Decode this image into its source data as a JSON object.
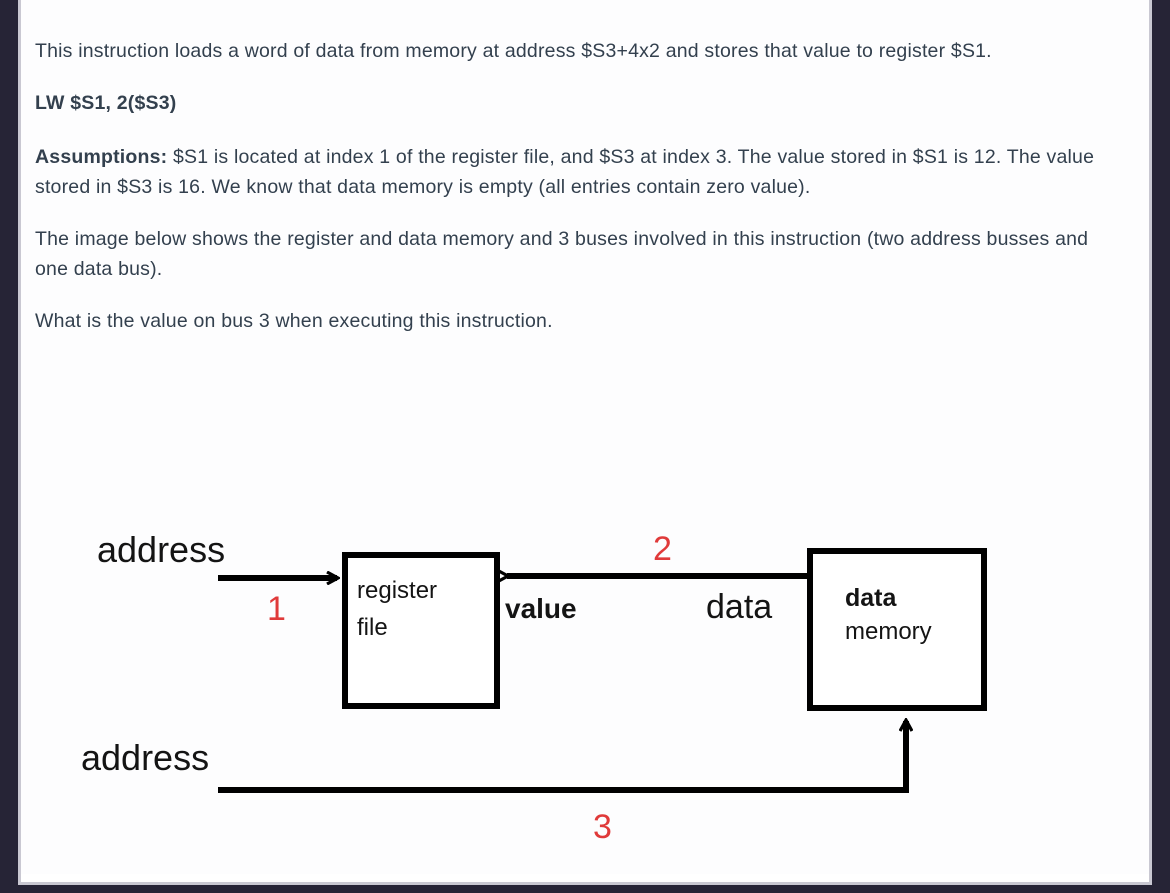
{
  "document": {
    "paragraphs": [
      {
        "id": "intro",
        "style": "normal",
        "text": "This instruction loads a word of data from memory at address $S3+4x2 and stores that value to register $S1."
      },
      {
        "id": "instruction",
        "style": "bold",
        "text": "LW $S1, 2($S3)"
      },
      {
        "id": "assumptions",
        "style": "lead-bold",
        "lead": "Assumptions:",
        "text": " $S1 is located at index 1 of the register file, and $S3 at index 3. The value stored in $S1 is 12. The value stored in $S3 is 16. We know that data memory is empty (all entries contain zero value)."
      },
      {
        "id": "image-note",
        "style": "normal",
        "text": "The image below shows the register and data memory and 3 buses involved in this instruction (two address busses and one data bus)."
      },
      {
        "id": "question",
        "style": "normal",
        "text": "What is the value on bus 3 when executing this instruction."
      }
    ]
  },
  "diagram": {
    "labels": {
      "address_top": "address",
      "address_bottom": "address",
      "value": "value",
      "data_bus": "data",
      "register_file_line1": "register",
      "register_file_line2": "file",
      "data_memory_line1": "data",
      "data_memory_line2": "memory"
    },
    "bus_numbers": {
      "bus1": "1",
      "bus2": "2",
      "bus3": "3"
    },
    "colors": {
      "bus_number": "#e03a3a",
      "line": "#000000",
      "box_border": "#000000",
      "label_text": "#141414"
    }
  },
  "theme": {
    "page_background": "#ffffff",
    "content_background": "#fdfdfe",
    "frame_color": "#262436",
    "frame_hairline": "#c9c8d2",
    "body_text": "#33404e"
  }
}
